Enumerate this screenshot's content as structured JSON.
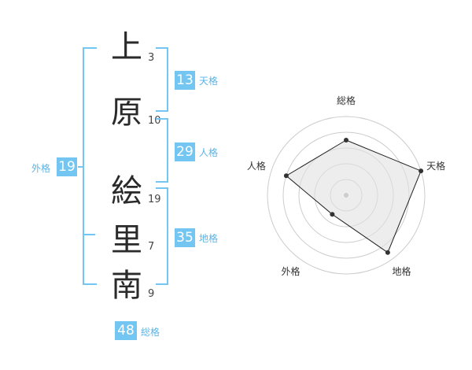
{
  "characters": [
    {
      "char": "上",
      "strokes": "3"
    },
    {
      "char": "原",
      "strokes": "10"
    },
    {
      "char": "絵",
      "strokes": "19"
    },
    {
      "char": "里",
      "strokes": "7"
    },
    {
      "char": "南",
      "strokes": "9"
    }
  ],
  "fortunes": {
    "tenkaku": {
      "value": "13",
      "label": "天格"
    },
    "jinkaku": {
      "value": "29",
      "label": "人格"
    },
    "chikaku": {
      "value": "35",
      "label": "地格"
    },
    "gaikaku": {
      "value": "19",
      "label": "外格"
    },
    "soukaku": {
      "value": "48",
      "label": "総格"
    }
  },
  "chart_data": {
    "type": "radar",
    "axes": [
      "総格",
      "天格",
      "地格",
      "外格",
      "人格"
    ],
    "values": [
      3.5,
      5,
      4.5,
      1.5,
      4
    ],
    "max": 5,
    "rings": 5
  },
  "colors": {
    "accent": "#74c6f2",
    "fill": "#f0f0f0",
    "ring": "#cccccc"
  }
}
